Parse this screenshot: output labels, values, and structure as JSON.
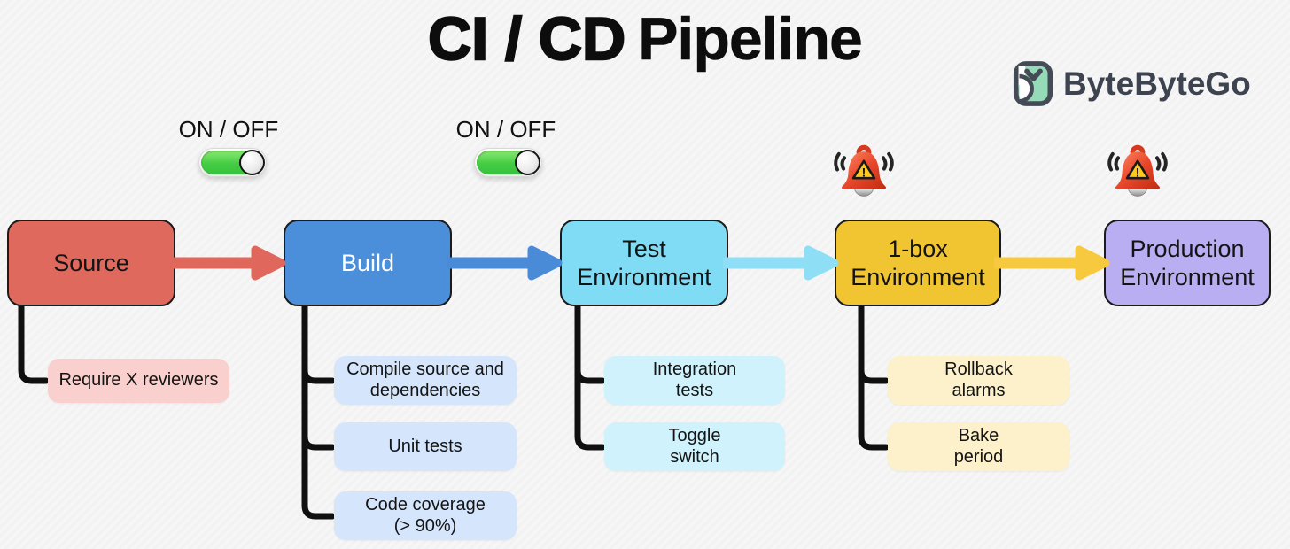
{
  "title": {
    "heavy": "CI / CD",
    "light": "Pipeline"
  },
  "brand": {
    "name": "ByteByteGo",
    "text_color": "#3d4450",
    "icon_green": "#93dcb7",
    "icon_outline": "#454b56"
  },
  "toggles": [
    {
      "label": "ON / OFF",
      "state": "on",
      "on_color": "#44cc44"
    },
    {
      "label": "ON / OFF",
      "state": "on",
      "on_color": "#44cc44"
    }
  ],
  "alarms": [
    {
      "name": "alarm-bell",
      "over_stage": "1-box Environment",
      "bell_color": "#e2442a",
      "warning_color": "#ffc81f"
    },
    {
      "name": "alarm-bell",
      "over_stage": "Production Environment",
      "bell_color": "#e2442a",
      "warning_color": "#ffc81f"
    }
  ],
  "stages": [
    {
      "label": "Source",
      "fill": "#e0695e",
      "text_color": "#141414",
      "arrow_color": "#e0675b",
      "child_fill": "#fad0ce",
      "children": [
        {
          "label": "Require X reviewers"
        }
      ]
    },
    {
      "label": "Build",
      "fill": "#4b8ed9",
      "text_color": "#ffffff",
      "arrow_color": "#4a8bd8",
      "child_fill": "#d5e6fc",
      "children": [
        {
          "label": "Compile source and\ndependencies"
        },
        {
          "label": "Unit tests"
        },
        {
          "label": "Code coverage\n(> 90%)"
        }
      ]
    },
    {
      "label": "Test\nEnvironment",
      "fill": "#7fdcf4",
      "text_color": "#141414",
      "arrow_color": "#8edff5",
      "child_fill": "#cff2fc",
      "children": [
        {
          "label": "Integration\ntests"
        },
        {
          "label": "Toggle\nswitch"
        }
      ]
    },
    {
      "label": "1-box\nEnvironment",
      "fill": "#f1c532",
      "text_color": "#141414",
      "arrow_color": "#f6c93e",
      "child_fill": "#fdf1cb",
      "children": [
        {
          "label": "Rollback\nalarms"
        },
        {
          "label": "Bake\nperiod"
        }
      ]
    },
    {
      "label": "Production\nEnvironment",
      "fill": "#b9aef2",
      "text_color": "#141414",
      "arrow_color": null,
      "child_fill": null,
      "children": []
    }
  ]
}
